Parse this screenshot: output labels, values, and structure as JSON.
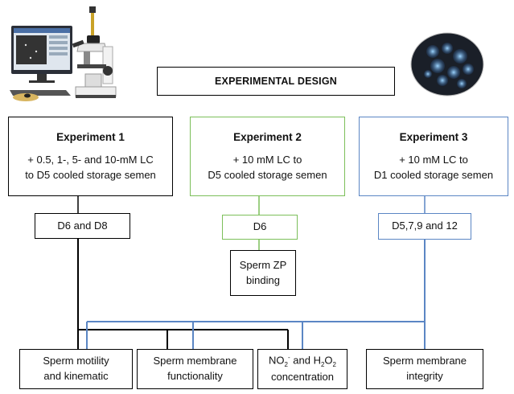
{
  "title": "EXPERIMENTAL DESIGN",
  "experiments": [
    {
      "title": "Experiment 1",
      "line1": "+ 0.5, 1-, 5- and 10-mM LC",
      "line2": "to D5 cooled storage semen",
      "days": "D6 and D8"
    },
    {
      "title": "Experiment 2",
      "line1": "+ 10 mM LC to",
      "line2": "D5 cooled storage semen",
      "days": "D6"
    },
    {
      "title": "Experiment 3",
      "line1": "+ 10 mM LC to",
      "line2": "D1 cooled storage semen",
      "days": "D5,7,9 and 12"
    }
  ],
  "zp_binding": {
    "line1": "Sperm ZP",
    "line2": "binding"
  },
  "outcomes": {
    "motility": {
      "line1": "Sperm motility",
      "line2": "and kinematic"
    },
    "membrane_func": {
      "line1": "Sperm membrane",
      "line2": "functionality"
    },
    "no2_h2o2": {
      "no": "NO",
      "no_sub": "2",
      "no_sup": "-",
      "and": " and ",
      "h": "H",
      "h_sub1": "2",
      "o": "O",
      "h_sub2": "2",
      "line2": "concentration"
    },
    "integrity": {
      "line1": "Sperm membrane",
      "line2": "integrity"
    }
  },
  "colors": {
    "black": "#000000",
    "green": "#7cbf5a",
    "blue": "#5b86c4"
  },
  "icons": [
    "microscope-computer-image",
    "fluorescent-sperm-image"
  ]
}
